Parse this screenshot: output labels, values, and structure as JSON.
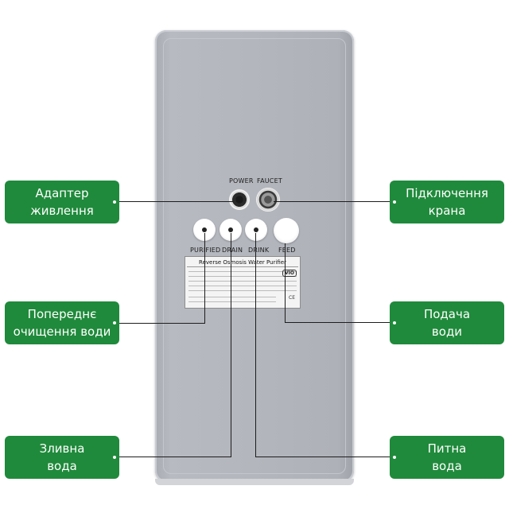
{
  "ports": {
    "power": "POWER",
    "faucet": "FAUCET",
    "purified": "PURIFIED",
    "drain": "DRAIN",
    "drink": "DRINK",
    "feed": "FEED"
  },
  "sticker": {
    "title": "Reverse Osmosis Water Purifier",
    "logo": "VIO",
    "mark": "CE"
  },
  "callouts": {
    "power_adapter": [
      "Адаптер",
      "живлення"
    ],
    "faucet_connection": [
      "Підключення",
      "крана"
    ],
    "pre_filter": [
      "Попереднє",
      "очищення води"
    ],
    "water_feed": [
      "Подача",
      "води"
    ],
    "drain_water": [
      "Зливна",
      "вода"
    ],
    "drinking_water": [
      "Питна",
      "вода"
    ]
  },
  "colors": {
    "tag_background": "#1f8a3b",
    "tag_text": "#ffffff",
    "panel": "#b3b6bd"
  }
}
